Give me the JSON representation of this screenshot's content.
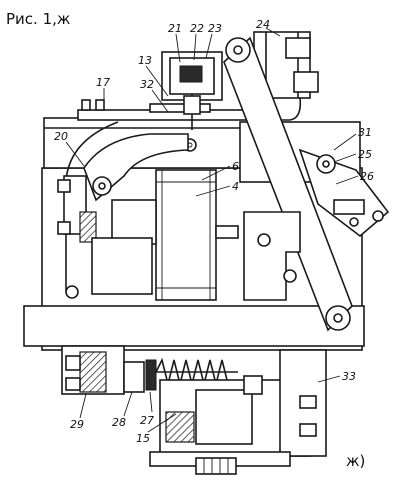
{
  "figure": {
    "title": "Рис. 1,ж",
    "corner_label": "ж)"
  },
  "labels": [
    {
      "id": "l21",
      "text": "21"
    },
    {
      "id": "l22",
      "text": "22"
    },
    {
      "id": "l23",
      "text": "23"
    },
    {
      "id": "l24",
      "text": "24"
    },
    {
      "id": "l13",
      "text": "13"
    },
    {
      "id": "l32",
      "text": "32"
    },
    {
      "id": "l17",
      "text": "17"
    },
    {
      "id": "l20",
      "text": "20"
    },
    {
      "id": "l6",
      "text": "6"
    },
    {
      "id": "l4",
      "text": "4"
    },
    {
      "id": "l31",
      "text": "31"
    },
    {
      "id": "l25",
      "text": "25"
    },
    {
      "id": "l26",
      "text": "26"
    },
    {
      "id": "l33",
      "text": "33"
    },
    {
      "id": "l29",
      "text": "29"
    },
    {
      "id": "l28",
      "text": "28"
    },
    {
      "id": "l27",
      "text": "27"
    },
    {
      "id": "l15",
      "text": "15"
    }
  ]
}
